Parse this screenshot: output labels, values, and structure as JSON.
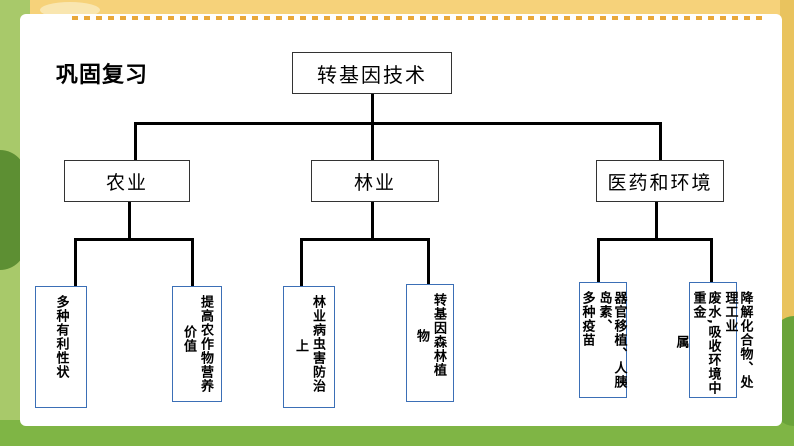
{
  "title": "巩固复习",
  "root": "转基因技术",
  "branches": [
    {
      "label": "农业",
      "leaves": [
        [
          "多种有利性状"
        ],
        [
          "提高农作物营养",
          "价值"
        ]
      ]
    },
    {
      "label": "林业",
      "leaves": [
        [
          "林业病虫害防治",
          "上"
        ],
        [
          "转基因森林植",
          "物"
        ]
      ]
    },
    {
      "label": "医药和环境",
      "leaves": [
        [
          "器官移植、人胰岛素、",
          "多种疫苗"
        ],
        [
          "降解化合物、处理工业",
          "废水,吸收环境中重金",
          "属"
        ]
      ]
    }
  ]
}
